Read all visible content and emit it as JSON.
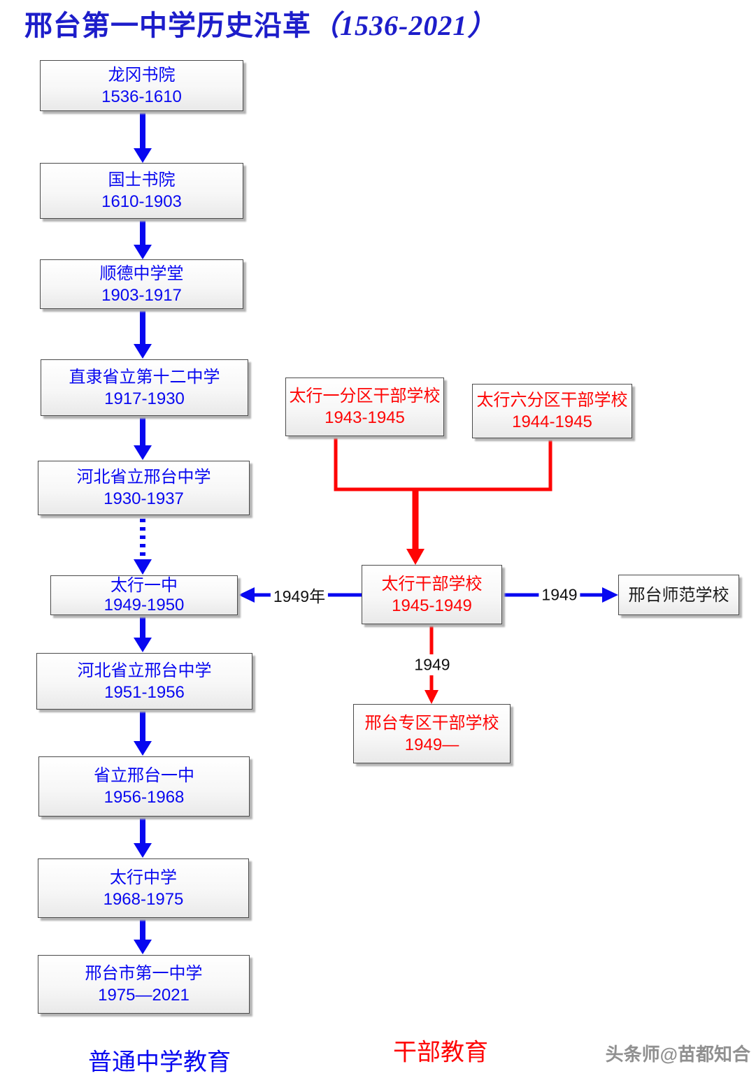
{
  "title": {
    "main": "邢台第一中学历史沿革",
    "range": "（1536-2021）"
  },
  "colors": {
    "blue": "#0808f0",
    "red": "#fe0505",
    "title_blue": "#1d1dca",
    "black_text": "#1a1a1a"
  },
  "main_chain": [
    {
      "name": "龙冈书院",
      "years": "1536-1610"
    },
    {
      "name": "国士书院",
      "years": "1610-1903"
    },
    {
      "name": "顺德中学堂",
      "years": "1903-1917"
    },
    {
      "name": "直隶省立第十二中学",
      "years": "1917-1930"
    },
    {
      "name": "河北省立邢台中学",
      "years": "1930-1937"
    },
    {
      "name": "太行一中",
      "years": "1949-1950"
    },
    {
      "name": "河北省立邢台中学",
      "years": "1951-1956"
    },
    {
      "name": "省立邢台一中",
      "years": "1956-1968"
    },
    {
      "name": "太行中学",
      "years": "1968-1975"
    },
    {
      "name": "邢台市第一中学",
      "years": "1975—2021"
    }
  ],
  "cadre_chain": [
    {
      "name": "太行一分区干部学校",
      "years": "1943-1945"
    },
    {
      "name": "太行六分区干部学校",
      "years": "1944-1945"
    },
    {
      "name": "太行干部学校",
      "years": "1945-1949"
    },
    {
      "name": "邢台专区干部学校",
      "years": "1949—"
    }
  ],
  "normal_school": {
    "name": "邢台师范学校"
  },
  "arrow_labels": {
    "to_taihang_no1": "1949年",
    "to_normal_school": "1949",
    "to_xingtai_cadre": "1949"
  },
  "legend": {
    "middle_school": "普通中学教育",
    "cadre": "干部教育"
  },
  "watermark": "头条师@苗都知合"
}
